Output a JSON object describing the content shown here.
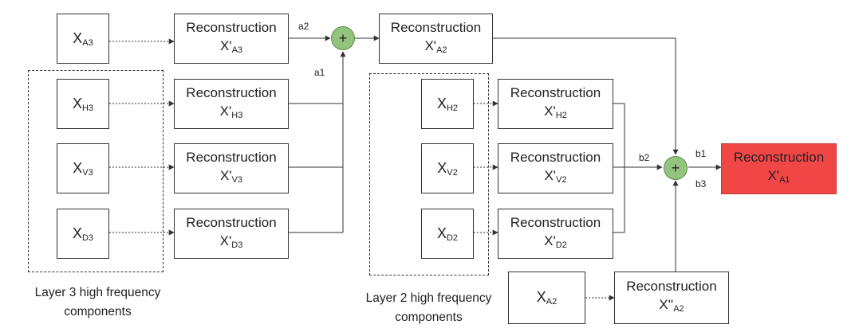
{
  "inputs": {
    "xa3": {
      "base": "X",
      "sub": "A3"
    },
    "xh3": {
      "base": "X",
      "sub": "H3"
    },
    "xv3": {
      "base": "X",
      "sub": "V3"
    },
    "xd3": {
      "base": "X",
      "sub": "D3"
    },
    "xh2": {
      "base": "X",
      "sub": "H2"
    },
    "xv2": {
      "base": "X",
      "sub": "V2"
    },
    "xd2": {
      "base": "X",
      "sub": "D2"
    },
    "xa2": {
      "base": "X",
      "sub": "A2"
    }
  },
  "reconstructions": {
    "ra3": {
      "title": "Reconstruction",
      "base": "X'",
      "sub": "A3"
    },
    "rh3": {
      "title": "Reconstruction",
      "base": "X'",
      "sub": "H3"
    },
    "rv3": {
      "title": "Reconstruction",
      "base": "X'",
      "sub": "V3"
    },
    "rd3": {
      "title": "Reconstruction",
      "base": "X'",
      "sub": "D3"
    },
    "ra2": {
      "title": "Reconstruction",
      "base": "X'",
      "sub": "A2"
    },
    "rh2": {
      "title": "Reconstruction",
      "base": "X'",
      "sub": "H2"
    },
    "rv2": {
      "title": "Reconstruction",
      "base": "X'",
      "sub": "V2"
    },
    "rd2": {
      "title": "Reconstruction",
      "base": "X'",
      "sub": "D2"
    },
    "rxa2": {
      "title": "Reconstruction",
      "base": "X''",
      "sub": "A2"
    },
    "ra1": {
      "title": "Reconstruction",
      "base": "X'",
      "sub": "A1"
    }
  },
  "sum_symbol": "+",
  "edge_labels": {
    "a1": "a1",
    "a2": "a2",
    "b1": "b1",
    "b2": "b2",
    "b3": "b3"
  },
  "captions": {
    "layer3": {
      "line1": "Layer 3 high frequency",
      "line2": "components"
    },
    "layer2": {
      "line1": "Layer 2 high frequency",
      "line2": "components"
    }
  },
  "colors": {
    "sum_fill": "#93c47d",
    "output_fill": "#f04646",
    "stroke": "#333333"
  }
}
